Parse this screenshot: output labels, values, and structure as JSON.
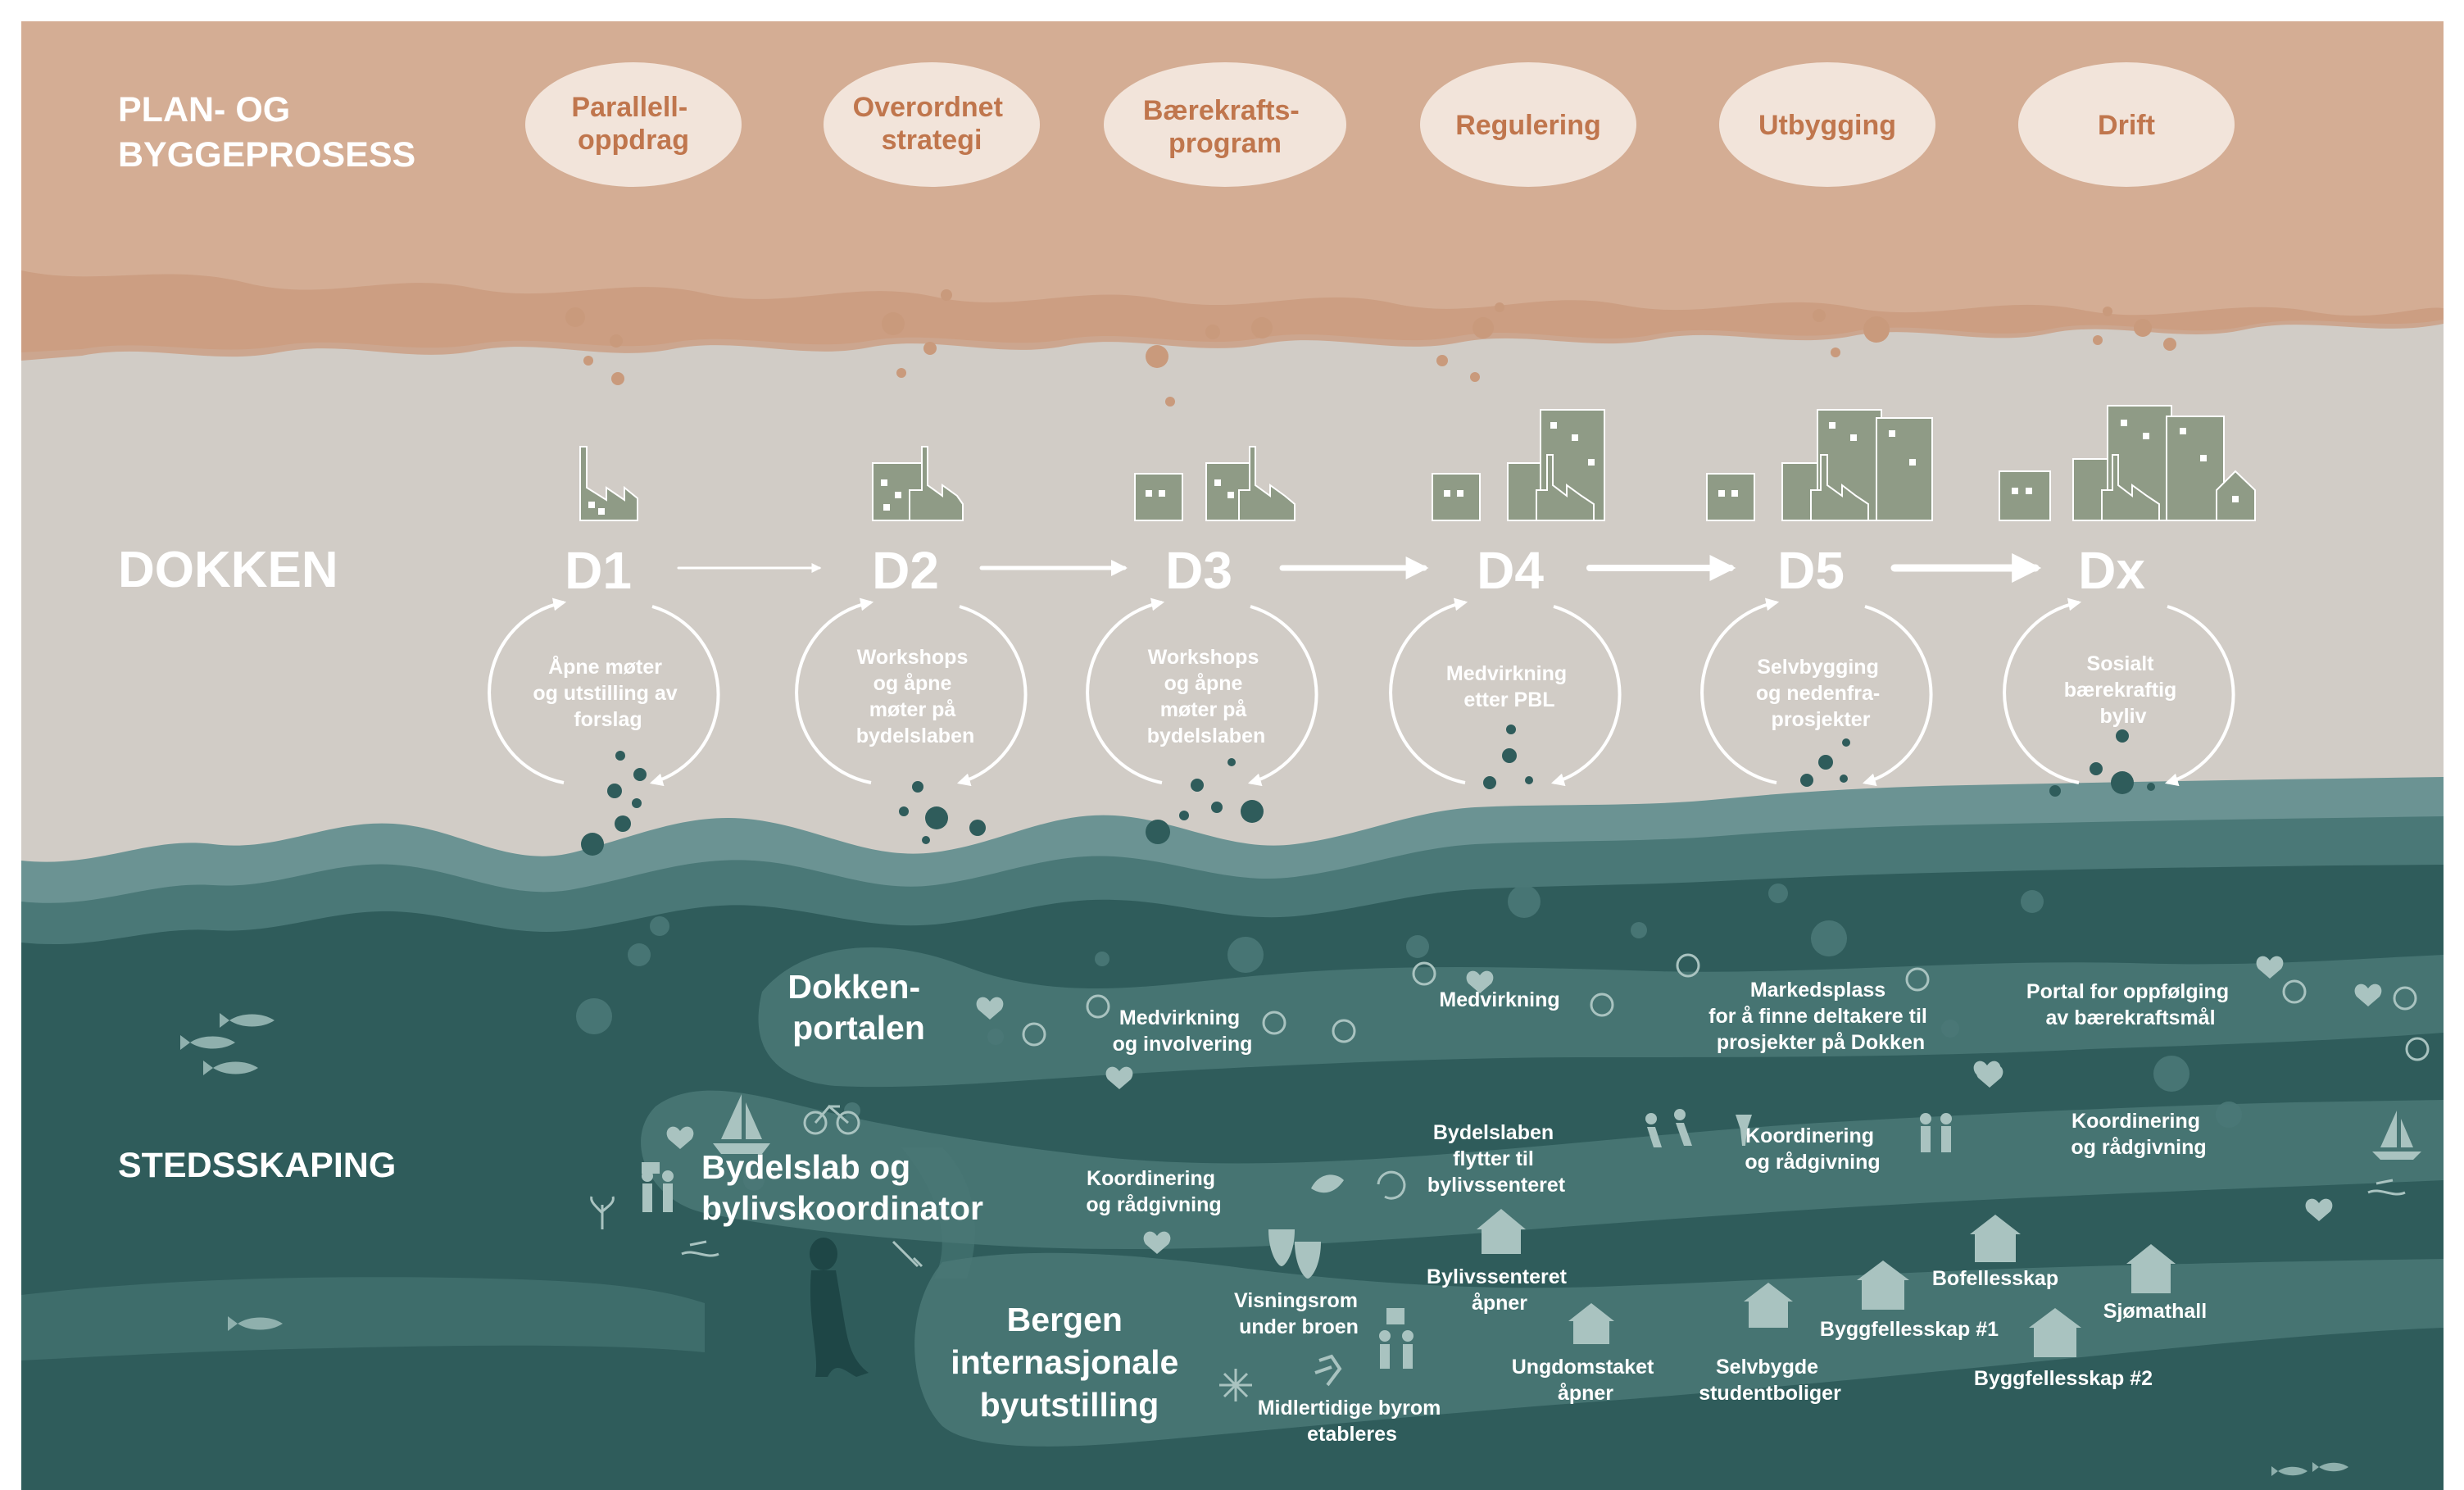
{
  "colors": {
    "plan_band": "#d4ad94",
    "plan_band_dark": "#c99a7c",
    "oval": "#f2e4da",
    "oval_text": "#c0764d",
    "dokken_band": "#d1ccc6",
    "sea_dark": "#2f5c5b",
    "sea_mid": "#4a7877",
    "sea_light": "#6b9393",
    "building": "#8f9b86",
    "white": "#ffffff"
  },
  "plan": {
    "title_lines": [
      "PLAN- OG",
      "BYGGEPROSESS"
    ],
    "stages": [
      {
        "lines": [
          "Parallell-",
          "oppdrag"
        ]
      },
      {
        "lines": [
          "Overordnet",
          "strategi"
        ]
      },
      {
        "lines": [
          "Bærekrafts-",
          "program"
        ]
      },
      {
        "lines": [
          "Regulering"
        ]
      },
      {
        "lines": [
          "Utbygging"
        ]
      },
      {
        "lines": [
          "Drift"
        ]
      }
    ]
  },
  "dokken": {
    "title": "DOKKEN",
    "phases": [
      {
        "label": "D1",
        "cycle_lines": [
          "Åpne møter",
          "og utstilling av",
          "forslag"
        ]
      },
      {
        "label": "D2",
        "cycle_lines": [
          "Workshops",
          "og åpne",
          "møter på",
          "bydelslaben"
        ]
      },
      {
        "label": "D3",
        "cycle_lines": [
          "Workshops",
          "og åpne",
          "møter på",
          "bydelslaben"
        ]
      },
      {
        "label": "D4",
        "cycle_lines": [
          "Medvirkning",
          "etter PBL"
        ]
      },
      {
        "label": "D5",
        "cycle_lines": [
          "Selvbygging",
          "og nedenfra-",
          "prosjekter"
        ]
      },
      {
        "label": "Dx",
        "cycle_lines": [
          "Sosialt",
          "bærekraftig",
          "byliv"
        ]
      }
    ]
  },
  "stedsskaping": {
    "title": "STEDSSKAPING",
    "portal": {
      "title_lines": [
        "Dokken-",
        "portalen"
      ],
      "items": [
        {
          "lines": [
            "Medvirkning",
            "og involvering"
          ]
        },
        {
          "lines": [
            "Medvirkning"
          ]
        },
        {
          "lines": [
            "Markedsplass",
            "for å finne deltakere til",
            "prosjekter på Dokken"
          ]
        },
        {
          "lines": [
            "Portal for oppfølging",
            "av bærekraftsmål"
          ]
        }
      ]
    },
    "lab": {
      "title_lines": [
        "Bydelslab og",
        "bylivskoordinator"
      ],
      "items": [
        {
          "lines": [
            "Koordinering",
            "og rådgivning"
          ]
        },
        {
          "lines": [
            "Bydelslaben",
            "flytter til",
            "bylivssenteret"
          ]
        },
        {
          "lines": [
            "Koordinering",
            "og rådgivning"
          ]
        },
        {
          "lines": [
            "Koordinering",
            "og rådgivning"
          ]
        }
      ]
    },
    "exhibition": {
      "title_lines": [
        "Bergen",
        "internasjonale",
        "byutstilling"
      ],
      "items": [
        {
          "lines": [
            "Visningsrom",
            "under broen"
          ]
        },
        {
          "lines": [
            "Midlertidige byrom",
            "etableres"
          ]
        },
        {
          "lines": [
            "Bylivssenteret",
            "åpner"
          ]
        },
        {
          "lines": [
            "Ungdomstaket",
            "åpner"
          ]
        },
        {
          "lines": [
            "Selvbygde",
            "studentboliger"
          ]
        },
        {
          "lines": [
            "Byggfellesskap #1"
          ]
        },
        {
          "lines": [
            "Bofellesskap"
          ]
        },
        {
          "lines": [
            "Sjømathall"
          ]
        },
        {
          "lines": [
            "Byggfellesskap #2"
          ]
        }
      ]
    }
  }
}
